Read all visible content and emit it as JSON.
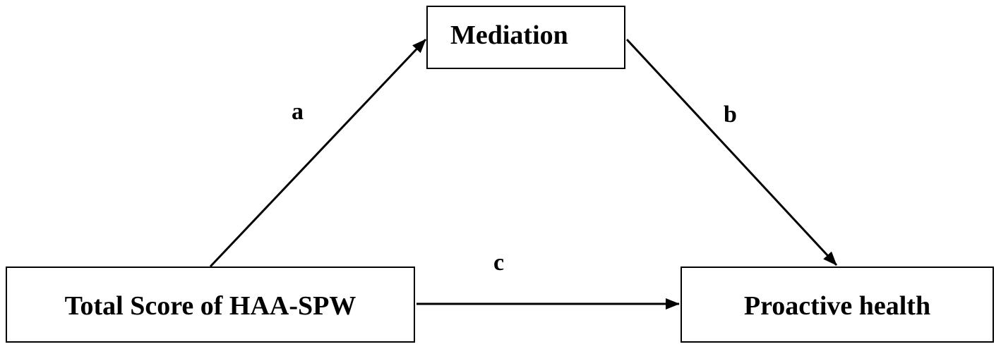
{
  "diagram": {
    "nodes": {
      "mediator": "Mediation",
      "predictor": "Total Score of HAA-SPW",
      "outcome": "Proactive health"
    },
    "paths": {
      "a": "a",
      "b": "b",
      "c": "c"
    },
    "colors": {
      "stroke": "#000000",
      "background": "#ffffff"
    }
  }
}
